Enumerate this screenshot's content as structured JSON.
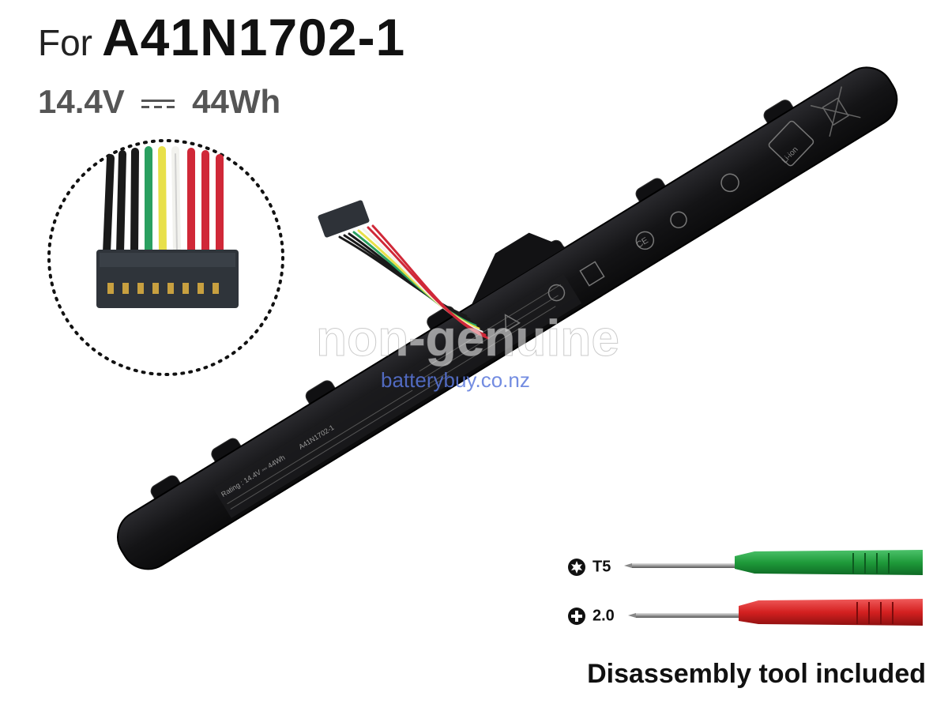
{
  "header": {
    "for_text": "For",
    "model": "A41N1702-1",
    "voltage": "14.4V",
    "capacity": "44Wh"
  },
  "watermark": {
    "line1": "non-genuine",
    "line2": "batterybuy.co.nz"
  },
  "tools": [
    {
      "label": "T5",
      "icon": "torx-star-icon",
      "handle_color": "#1f9a3a"
    },
    {
      "label": "2.0",
      "icon": "phillips-cross-icon",
      "handle_color": "#d42020"
    }
  ],
  "footer": {
    "text": "Disassembly tool included"
  },
  "battery": {
    "label_rating": "Rating : 14.4V ⎓ 44Wh",
    "label_model": "A41N1702-1",
    "badges": [
      "Li-ion",
      "CE"
    ]
  },
  "colors": {
    "battery_body": "#151517",
    "wire_colors": [
      "#1a1a1a",
      "#1a1a1a",
      "#1a1a1a",
      "#2aa060",
      "#e8e04a",
      "#f2f2ee",
      "#d02838",
      "#d02838",
      "#d02838"
    ]
  }
}
